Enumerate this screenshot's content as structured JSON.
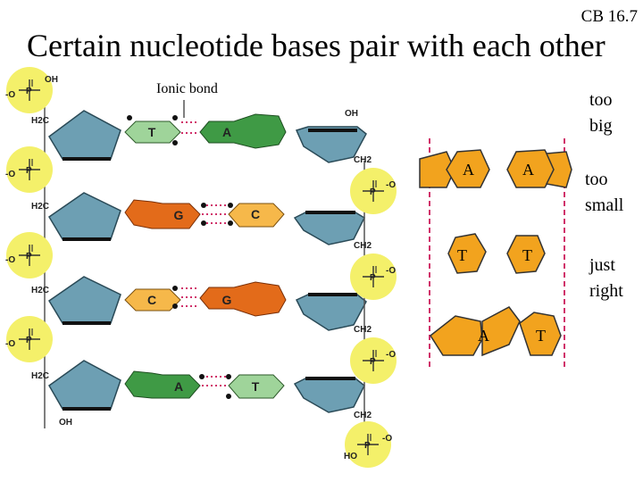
{
  "slide_number": "CB 16.7",
  "title": "Certain nucleotide bases pair with each other",
  "ionic_bond_label": "Ionic bond",
  "labels": {
    "too_big": "too big",
    "too_small": "too small",
    "just_right": "just right"
  },
  "dna": {
    "left_bases": [
      "T",
      "G",
      "C",
      "A"
    ],
    "right_bases": [
      "A",
      "C",
      "G",
      "T"
    ],
    "phosphate": {
      "p": "P",
      "o": "O",
      "neg_o": "-O",
      "oh": "OH",
      "ho": "HO",
      "ch2": "CH2",
      "h2c": "H2C"
    }
  },
  "pairs": [
    {
      "left": "A",
      "right": "A"
    },
    {
      "left": "T",
      "right": "T"
    },
    {
      "left": "A",
      "right": "T"
    }
  ],
  "colors": {
    "phosphate": "#f4f06a",
    "sugar": "#6d9fb3",
    "T": "#9fd49a",
    "A": "#3f9a45",
    "G": "#e36b1a",
    "C": "#f6b84a",
    "pair_shape": "#f2a31e",
    "dashed": "#d0306a"
  }
}
